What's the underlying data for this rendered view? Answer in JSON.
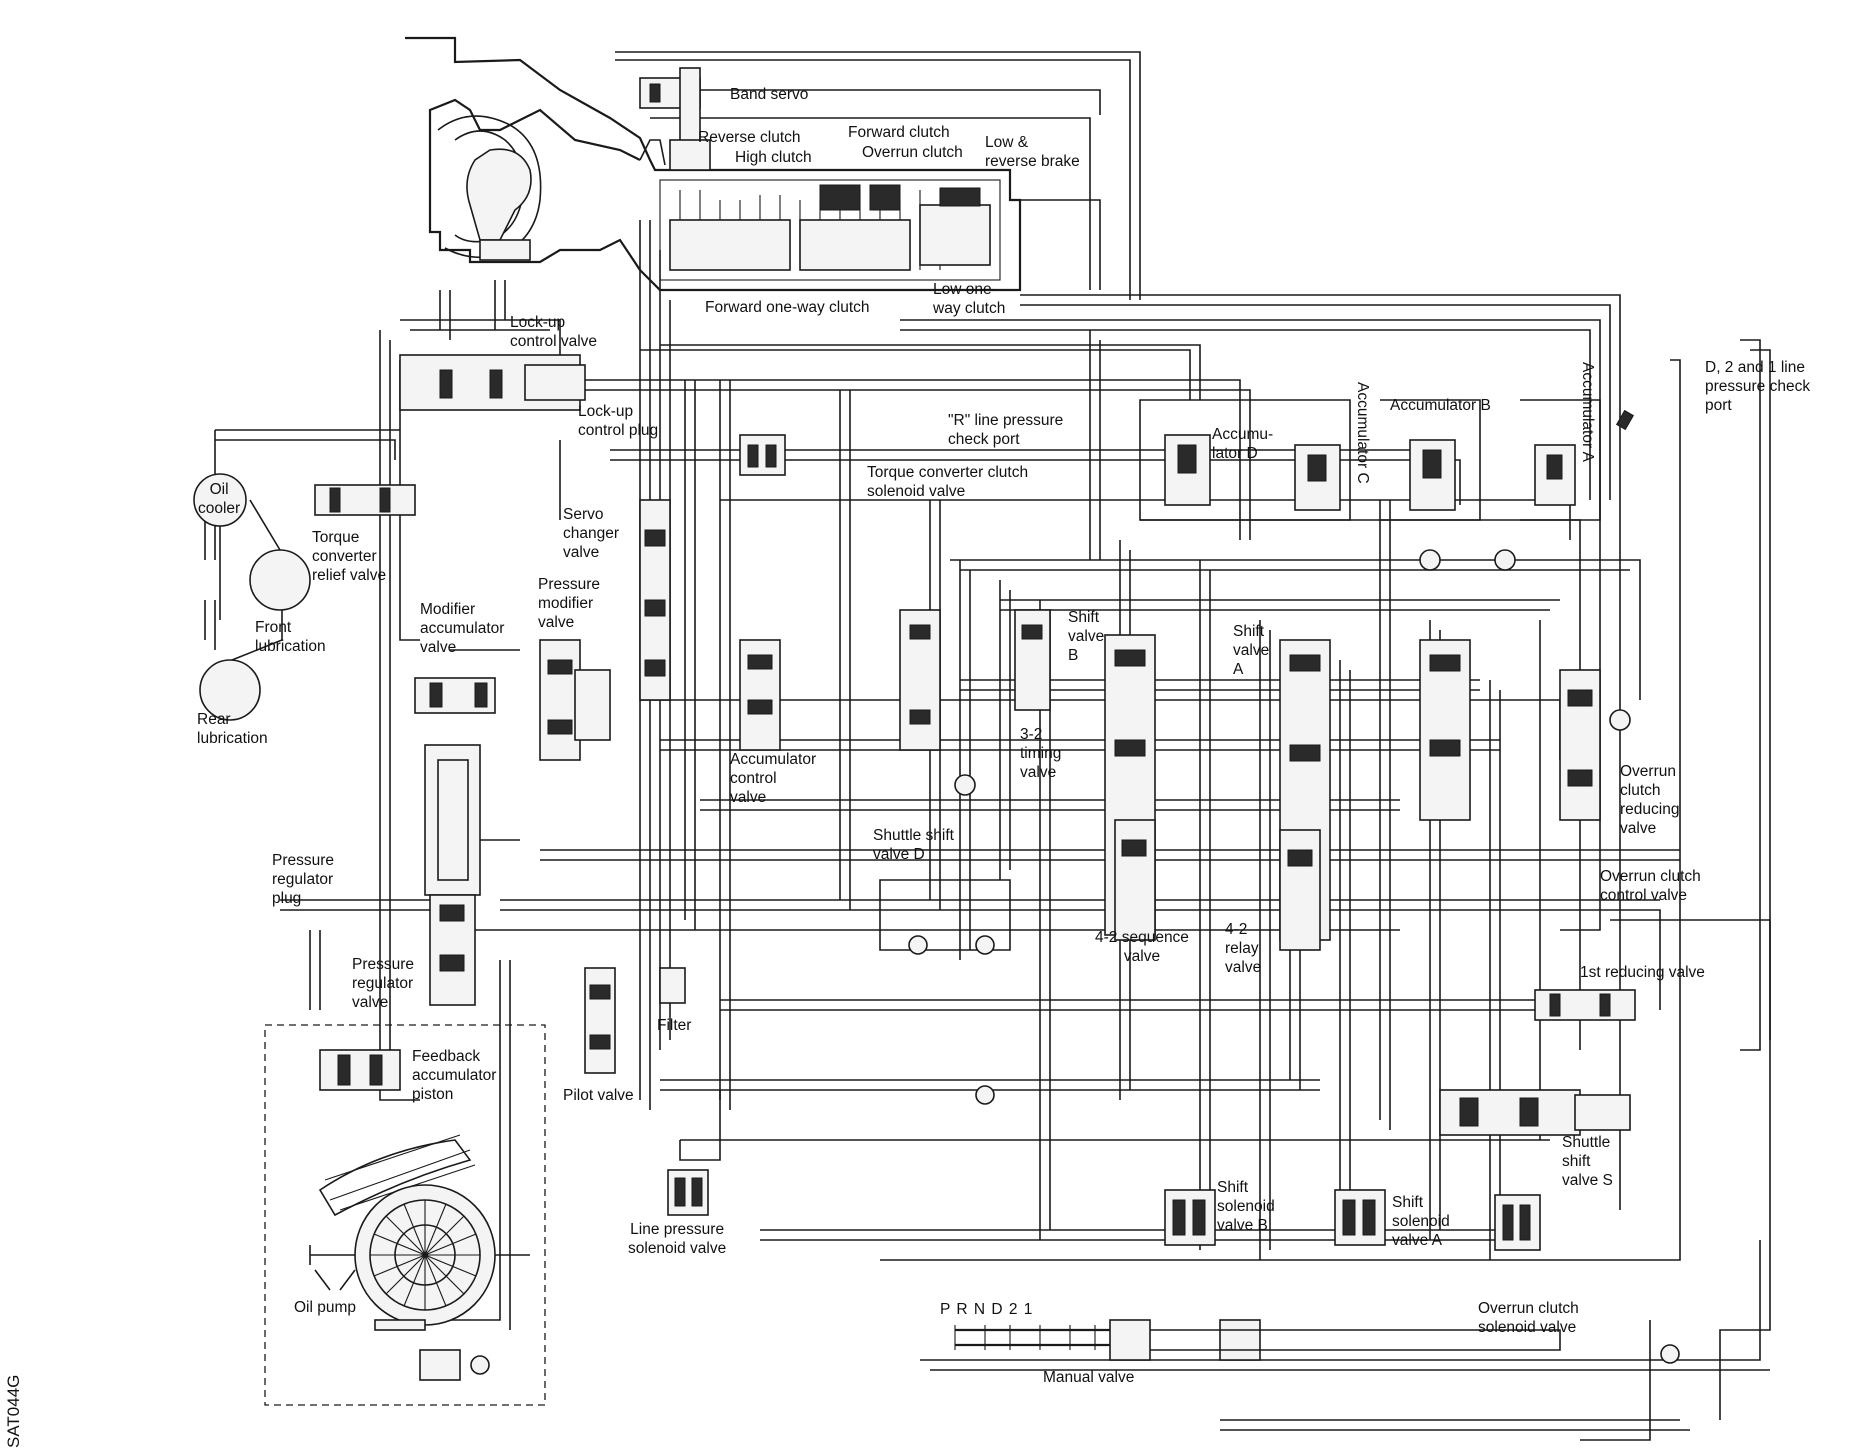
{
  "labels": {
    "band_servo": "Band servo",
    "reverse_clutch": "Reverse clutch",
    "high_clutch": "High clutch",
    "forward_clutch": "Forward clutch",
    "overrun_clutch": "Overrun clutch",
    "low_reverse_brake": "Low &\nreverse brake",
    "forward_one_way_clutch": "Forward one-way clutch",
    "low_one_way_clutch": "Low one-\nway clutch",
    "lockup_control_valve": "Lock-up\ncontrol valve",
    "lockup_control_plug": "Lock-up\ncontrol plug",
    "oil_cooler": "Oil\ncooler",
    "torque_converter_relief_valve": "Torque\nconverter\nrelief valve",
    "front_lubrication": "Front\nlubrication",
    "rear_lubrication": "Rear\nlubrication",
    "modifier_accumulator_valve": "Modifier\naccumulator\nvalve",
    "pressure_modifier_valve": "Pressure\nmodifier\nvalve",
    "servo_changer_valve": "Servo\nchanger\nvalve",
    "r_line_pressure_check_port": "\"R\" line pressure\ncheck port",
    "torque_converter_clutch_solenoid_valve": "Torque converter clutch\nsolenoid valve",
    "accumulator_d": "Accumu-\nlator D",
    "accumulator_c": "Accumulator C",
    "accumulator_b": "Accumulator B",
    "accumulator_a": "Accumulator A",
    "d21_line_pressure_check_port": "D, 2 and 1 line\npressure check\nport",
    "shift_valve_b": "Shift\nvalve\nB",
    "shift_valve_a": "Shift\nvalve\nA",
    "timing_valve_32": "3-2\ntiming\nvalve",
    "accumulator_control_valve": "Accumulator\ncontrol\nvalve",
    "shuttle_shift_valve_d": "Shuttle shift\nvalve D",
    "overrun_clutch_reducing_valve": "Overrun\nclutch\nreducing\nvalve",
    "overrun_clutch_control_valve": "Overrun clutch\ncontrol valve",
    "pressure_regulator_plug": "Pressure\nregulator\nplug",
    "pressure_regulator_valve": "Pressure\nregulator\nvalve",
    "sequence_valve_42": "4-2 sequence\nvalve",
    "relay_valve_42": "4-2\nrelay\nvalve",
    "first_reducing_valve": "1st reducing valve",
    "filter": "Filter",
    "pilot_valve": "Pilot valve",
    "feedback_accumulator_piston": "Feedback\naccumulator\npiston",
    "line_pressure_solenoid_valve": "Line pressure\nsolenoid valve",
    "shift_solenoid_valve_b": "Shift\nsolenoid\nvalve B",
    "shift_solenoid_valve_a": "Shift\nsolenoid\nvalve A",
    "shuttle_shift_valve_s": "Shuttle\nshift\nvalve S",
    "overrun_clutch_solenoid_valve": "Overrun clutch\nsolenoid valve",
    "oil_pump": "Oil pump",
    "manual_valve": "Manual valve",
    "selector_positions": "P R N D 2 1",
    "figure_code": "SAT044G"
  }
}
